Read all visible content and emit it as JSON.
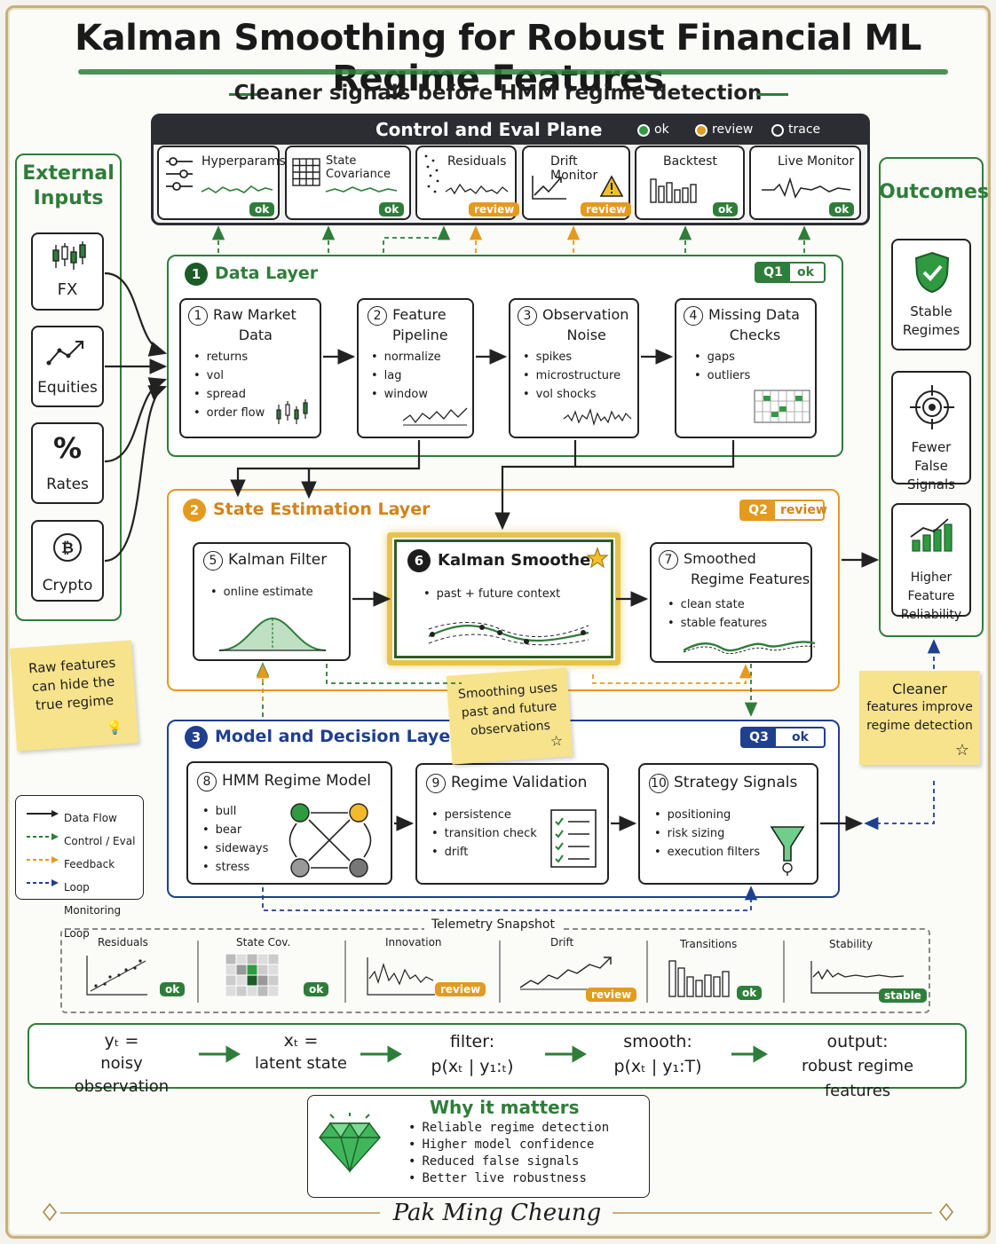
{
  "title": "Kalman Smoothing for Robust Financial ML Regime Features",
  "subtitle": "Cleaner signals before HMM regime detection",
  "control_plane": {
    "title": "Control and Eval Plane",
    "legend": [
      "ok",
      "review",
      "trace"
    ],
    "panels": [
      {
        "label": "Hyperparams",
        "status": "ok"
      },
      {
        "label": "State Covariance",
        "status": "ok"
      },
      {
        "label": "Residuals",
        "status": "review"
      },
      {
        "label": "Drift Monitor",
        "status": "review"
      },
      {
        "label": "Backtest",
        "status": "ok"
      },
      {
        "label": "Live Monitor",
        "status": "ok"
      }
    ]
  },
  "external_inputs": {
    "title_line1": "External",
    "title_line2": "Inputs",
    "items": [
      "FX",
      "Equities",
      "Rates",
      "Crypto"
    ],
    "rates_symbol": "%"
  },
  "outcomes": {
    "title": "Outcomes",
    "items": [
      {
        "line1": "Stable",
        "line2": "Regimes"
      },
      {
        "line1": "Fewer False",
        "line2": "Signals"
      },
      {
        "line1": "Higher Feature",
        "line2": "Reliability"
      }
    ]
  },
  "data_layer": {
    "num": "1",
    "title": "Data Layer",
    "tag": "Q1",
    "status": "ok",
    "cards": [
      {
        "num": "1",
        "line1": "Raw Market",
        "line2": "Data",
        "bullets": [
          "returns",
          "vol",
          "spread",
          "order flow"
        ]
      },
      {
        "num": "2",
        "line1": "Feature",
        "line2": "Pipeline",
        "bullets": [
          "normalize",
          "lag",
          "window"
        ]
      },
      {
        "num": "3",
        "line1": "Observation",
        "line2": "Noise",
        "bullets": [
          "spikes",
          "microstructure",
          "vol shocks"
        ]
      },
      {
        "num": "4",
        "line1": "Missing Data",
        "line2": "Checks",
        "bullets": [
          "gaps",
          "outliers"
        ]
      }
    ]
  },
  "state_layer": {
    "num": "2",
    "title": "State Estimation Layer",
    "tag": "Q2",
    "status": "review",
    "cards": [
      {
        "num": "5",
        "line1": "Kalman Filter",
        "line2": "",
        "bullets": [
          "online estimate"
        ]
      },
      {
        "num": "6",
        "line1": "Kalman Smoother",
        "line2": "",
        "bullets": [
          "past + future context"
        ]
      },
      {
        "num": "7",
        "line1": "Smoothed",
        "line2": "Regime Features",
        "bullets": [
          "clean state",
          "stable features"
        ]
      }
    ]
  },
  "model_layer": {
    "num": "3",
    "title": "Model and Decision Layer",
    "tag": "Q3",
    "status": "ok",
    "cards": [
      {
        "num": "8",
        "title": "HMM Regime Model",
        "bullets": [
          "bull",
          "bear",
          "sideways",
          "stress"
        ]
      },
      {
        "num": "9",
        "title": "Regime Validation",
        "bullets": [
          "persistence",
          "transition check",
          "drift"
        ]
      },
      {
        "num": "10",
        "title": "Strategy Signals",
        "bullets": [
          "positioning",
          "risk sizing",
          "execution filters"
        ]
      }
    ]
  },
  "notes": {
    "raw": [
      "Raw features",
      "can hide the",
      "true regime"
    ],
    "smoothing": [
      "Smoothing uses",
      "past and future",
      "observations"
    ],
    "cleaner": [
      "Cleaner",
      "features improve",
      "regime detection"
    ]
  },
  "legend": [
    "Data Flow",
    "Control / Eval",
    "Feedback Loop",
    "Monitoring Loop"
  ],
  "telemetry": {
    "title": "Telemetry Snapshot",
    "panels": [
      {
        "label": "Residuals",
        "status": "ok"
      },
      {
        "label": "State Cov.",
        "status": "ok"
      },
      {
        "label": "Innovation",
        "status": "review"
      },
      {
        "label": "Drift",
        "status": "review"
      },
      {
        "label": "Transitions",
        "status": "ok"
      },
      {
        "label": "Stability",
        "status": "stable"
      }
    ]
  },
  "formula": {
    "steps": [
      {
        "top": "yₜ =",
        "bottom": "noisy observation"
      },
      {
        "top": "xₜ =",
        "bottom": "latent state"
      },
      {
        "top": "filter:",
        "bottom": "p(xₜ | y₁:ₜ)"
      },
      {
        "top": "smooth:",
        "bottom": "p(xₜ | y₁:T)"
      },
      {
        "top": "output:",
        "bottom": "robust regime features"
      }
    ]
  },
  "why": {
    "title": "Why it matters",
    "items": [
      "Reliable regime detection",
      "Higher model confidence",
      "Reduced false signals",
      "Better live robustness"
    ]
  },
  "author": "Pak Ming Cheung",
  "colors": {
    "green": "#2f7d3a",
    "orange": "#e49a1f",
    "blue": "#1f3f8f",
    "dark": "#2b2d33",
    "sticky": "#f7e38c"
  }
}
